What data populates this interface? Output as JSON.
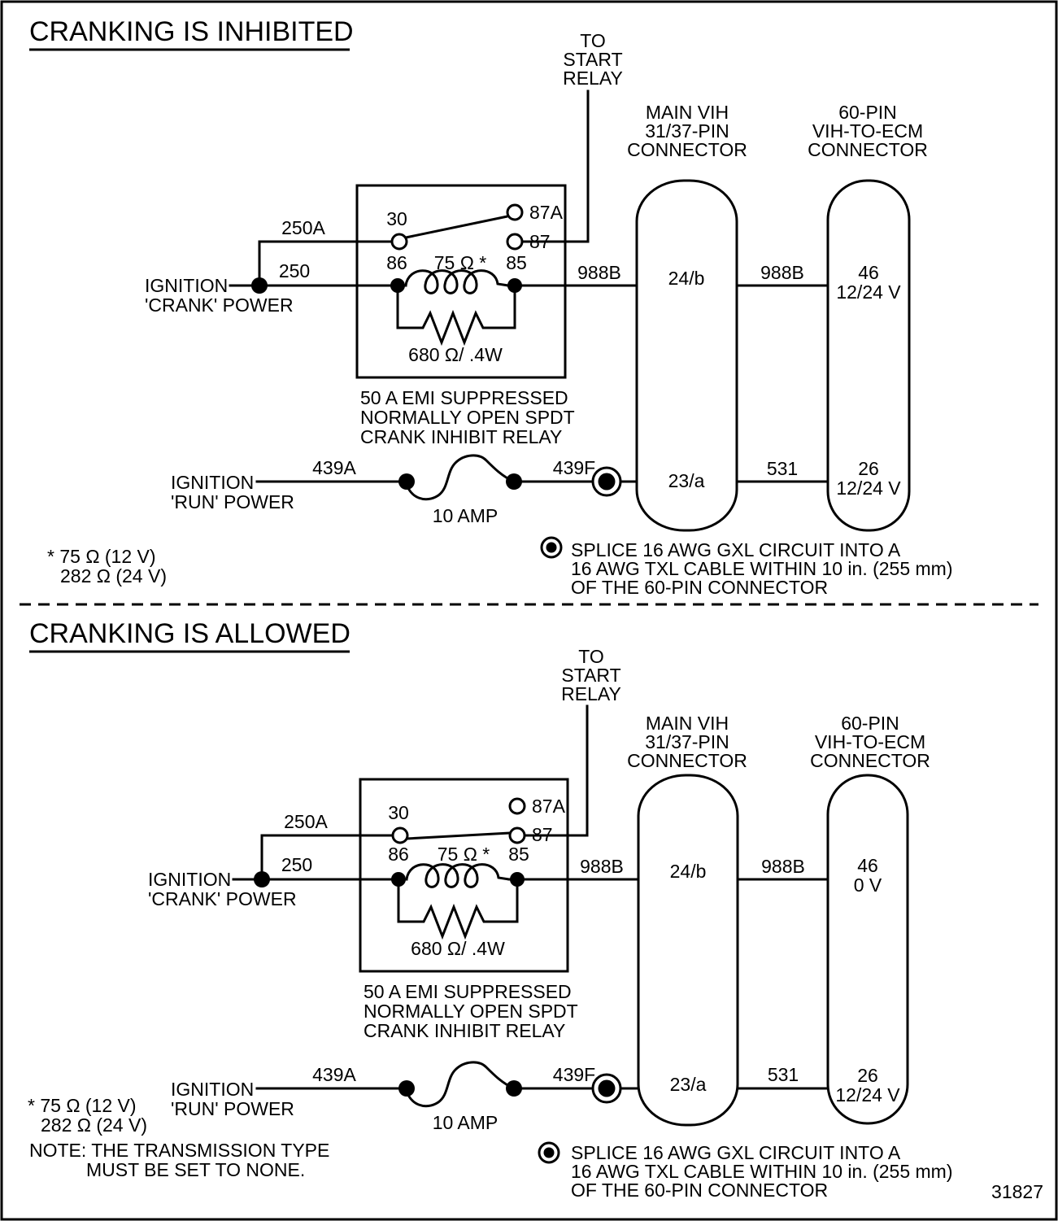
{
  "page": {
    "drawing_number": "31827"
  },
  "shared": {
    "to_start_relay": [
      "TO",
      "START",
      "RELAY"
    ],
    "main_connector": [
      "MAIN VIH",
      "31/37-PIN",
      "CONNECTOR"
    ],
    "ecm_connector": [
      "60-PIN",
      "VIH-TO-ECM",
      "CONNECTOR"
    ],
    "relay_caption": [
      "50 A EMI SUPPRESSED",
      "NORMALLY OPEN SPDT",
      "CRANK INHIBIT RELAY"
    ],
    "pins": {
      "p30": "30",
      "p87a": "87A",
      "p87": "87",
      "p86": "86",
      "p85": "85"
    },
    "coil_resistance": "75 Ω *",
    "suppression_resistor": "680 Ω/ .4W",
    "ignition_crank": [
      "IGNITION",
      "'CRANK' POWER"
    ],
    "ignition_run": [
      "IGNITION",
      "'RUN' POWER"
    ],
    "wires": {
      "w250a": "250A",
      "w250": "250",
      "w988b": "988B",
      "w439a": "439A",
      "w439f": "439F",
      "w531": "531"
    },
    "fuse": "10 AMP",
    "main_pin_crank": "24/b",
    "main_pin_run": "23/a",
    "ecm_pin_crank": "46",
    "ecm_pin_run": "26",
    "splice_note": [
      "SPLICE 16 AWG GXL CIRCUIT INTO A",
      "16 AWG TXL CABLE WITHIN 10 in. (255 mm)",
      "OF THE 60-PIN CONNECTOR"
    ],
    "footnote": [
      "* 75 Ω (12 V)",
      "282 Ω (24 V)"
    ]
  },
  "inhibited": {
    "title": "CRANKING IS INHIBITED",
    "ecm_crank_voltage": "12/24 V",
    "ecm_run_voltage": "12/24 V"
  },
  "allowed": {
    "title": "CRANKING IS ALLOWED",
    "ecm_crank_voltage": "0 V",
    "ecm_run_voltage": "12/24 V",
    "note": [
      "NOTE: THE TRANSMISSION TYPE",
      "MUST BE SET TO NONE."
    ]
  }
}
